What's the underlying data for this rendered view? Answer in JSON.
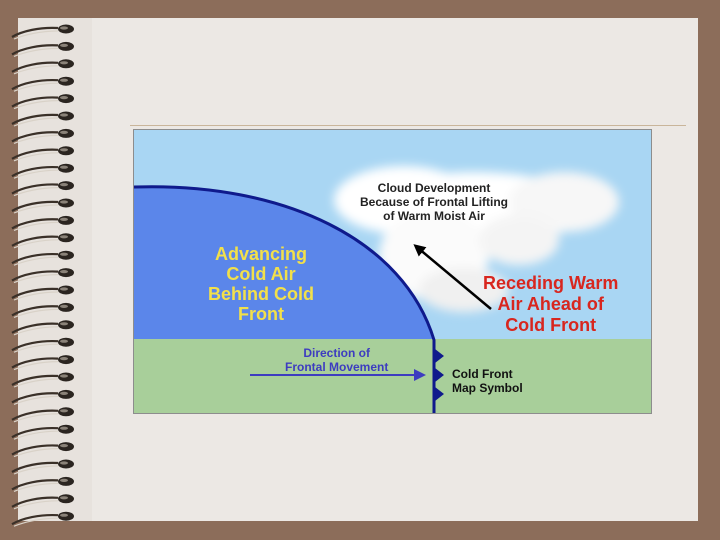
{
  "diagram": {
    "cloud_label": [
      "Cloud Development",
      "Because of Frontal Lifting",
      "of  Warm Moist Air"
    ],
    "cold_air_label": [
      "Advancing",
      "Cold Air",
      "Behind Cold",
      "Front"
    ],
    "warm_air_label": [
      "Receding Warm",
      "Air Ahead of",
      "Cold Front"
    ],
    "direction_label": [
      "Direction of",
      "Frontal Movement"
    ],
    "symbol_label": [
      "Cold Front",
      "Map Symbol"
    ]
  },
  "colors": {
    "sky": "#a9d6f3",
    "cold_air": "#5b86ea",
    "ground": "#a8cf9a",
    "front_line": "#0f1a8c",
    "cold_air_text": "#f2e04a",
    "warm_air_text": "#d8261e",
    "direction_text": "#3d3cc0",
    "page_bg": "#8c6d5a",
    "paper": "#ece8e4"
  }
}
